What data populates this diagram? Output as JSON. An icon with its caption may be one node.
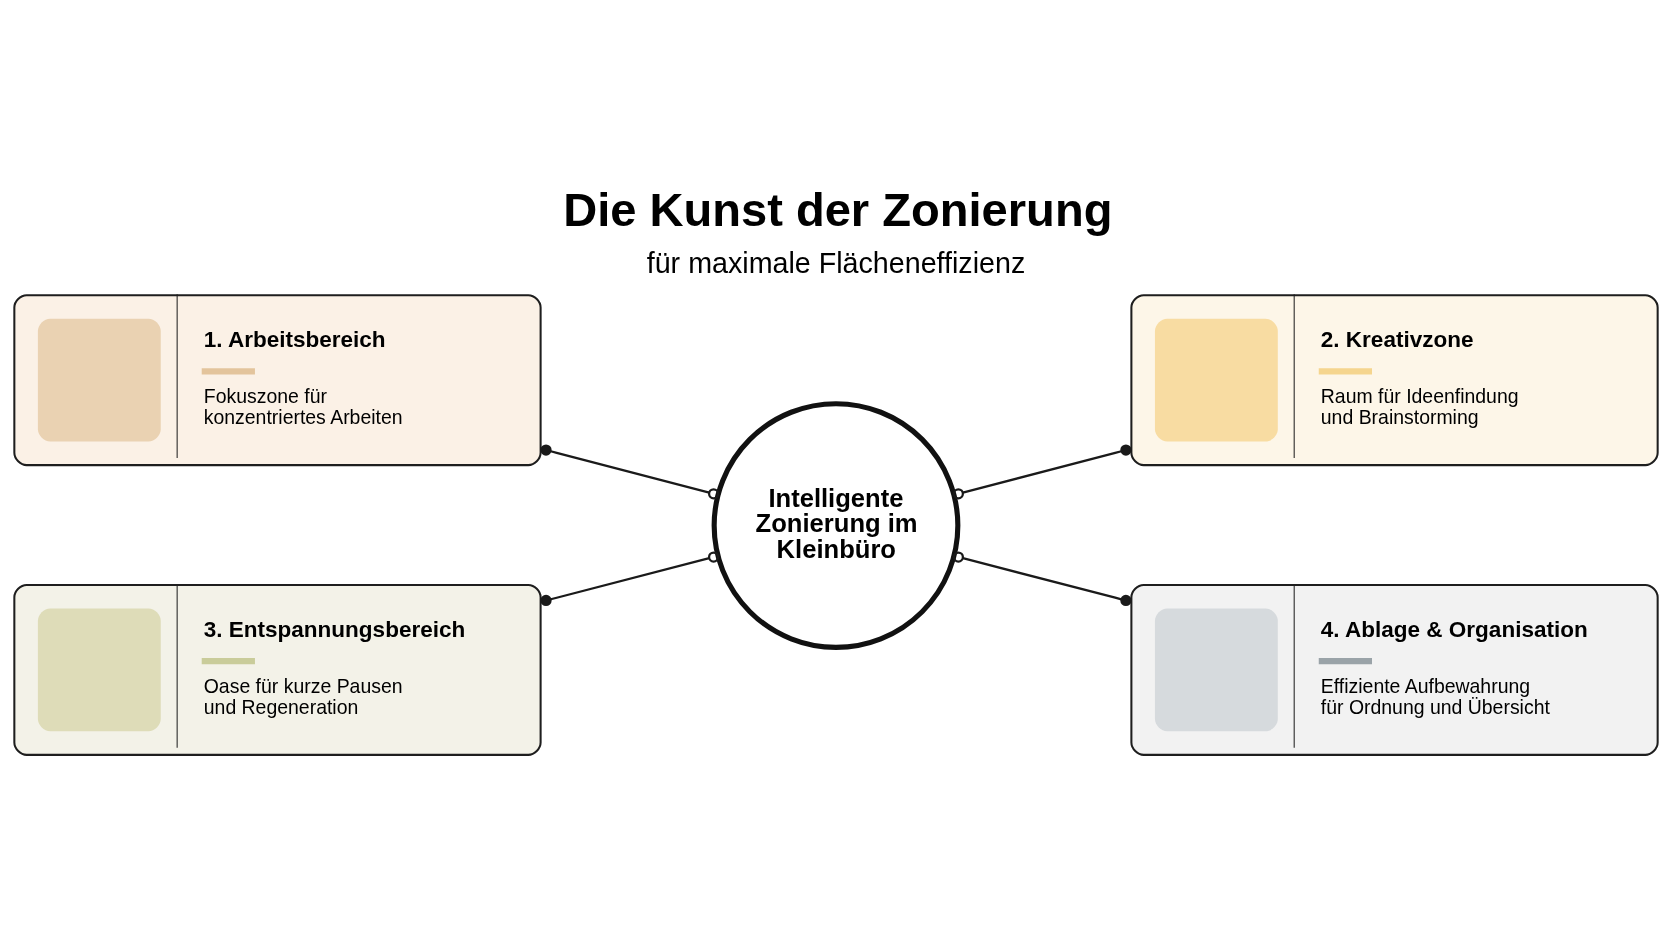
{
  "diagram": {
    "title": "Die Kunst der Zonierung",
    "nodes": [
      {
        "text": [
          "1. Arbeitsbereich",
          "Fokuszone für konzentriertes Arbeiten"
        ]
      },
      {
        "text": [
          "2. Kreativzone",
          "Raum für Ideenfindung und Brainstorming"
        ]
      },
      {
        "text": [
          "Intelligente Zonierung im Kleinbüro"
        ]
      },
      {
        "text": [
          "3. Entspannungsbereich",
          "Oase für kurze Pausen und Regeneration"
        ]
      },
      {
        "text": [
          "4. Ablage & Organisation",
          "Effiziente Aufbewahrung für Ordnung und Übersicht"
        ]
      }
    ],
    "edges": [
      {
        "from": 0,
        "to": 2,
        "arrow": "other"
      },
      {
        "from": 2,
        "to": 1,
        "arrow": "other"
      },
      {
        "from": 3,
        "to": 2,
        "arrow": "other"
      },
      {
        "from": 2,
        "to": 4,
        "arrow": "other"
      }
    ],
    "labels": [
      "für maximale Flächeneffizienz"
    ]
  }
}
